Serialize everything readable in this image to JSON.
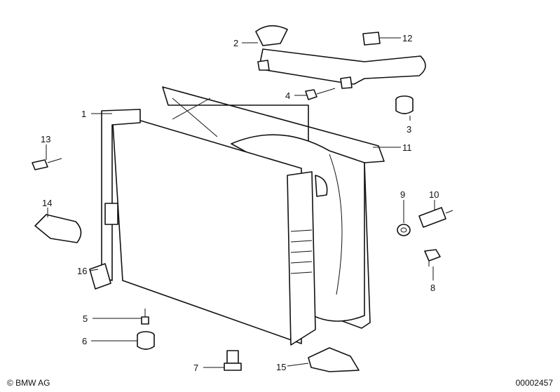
{
  "callouts": [
    {
      "id": "1",
      "label": "1"
    },
    {
      "id": "2",
      "label": "2"
    },
    {
      "id": "3",
      "label": "3"
    },
    {
      "id": "4",
      "label": "4"
    },
    {
      "id": "5",
      "label": "5"
    },
    {
      "id": "6",
      "label": "6"
    },
    {
      "id": "7",
      "label": "7"
    },
    {
      "id": "8",
      "label": "8"
    },
    {
      "id": "9",
      "label": "9"
    },
    {
      "id": "10",
      "label": "10"
    },
    {
      "id": "11",
      "label": "11"
    },
    {
      "id": "12",
      "label": "12"
    },
    {
      "id": "13",
      "label": "13"
    },
    {
      "id": "14",
      "label": "14"
    },
    {
      "id": "15",
      "label": "15"
    },
    {
      "id": "16",
      "label": "16"
    }
  ],
  "footer": {
    "copyright": "© BMW AG",
    "doc_id": "00002457"
  }
}
